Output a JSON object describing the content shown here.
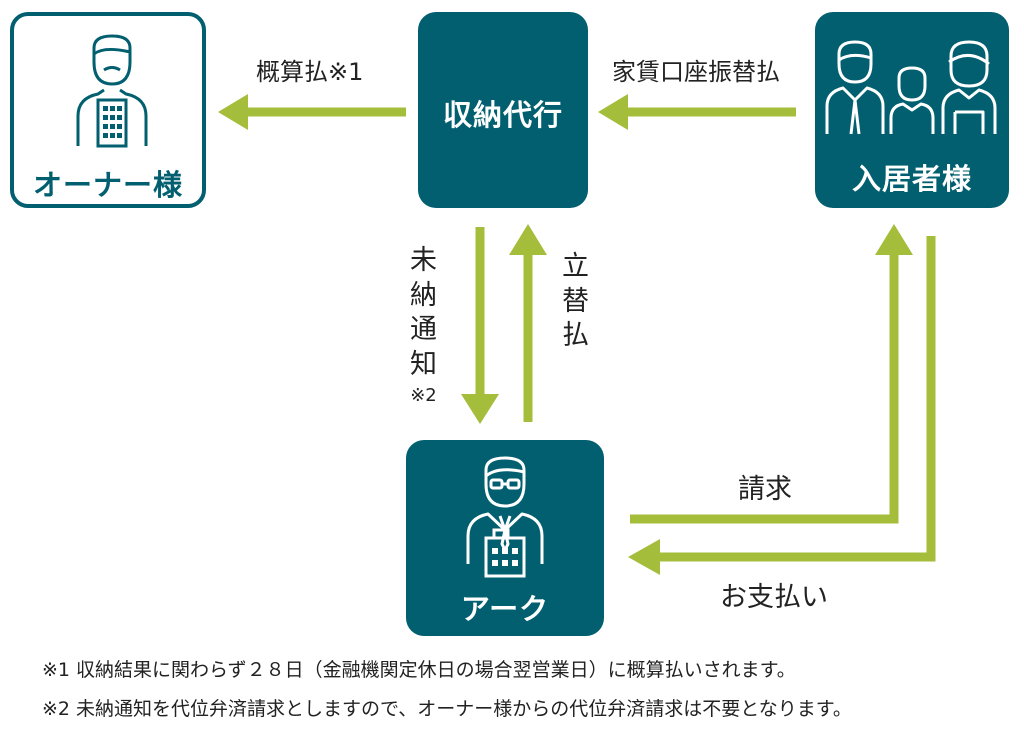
{
  "nodes": {
    "owner": "オーナー様",
    "agency": "収納代行",
    "tenant": "入居者様",
    "ark": "アーク"
  },
  "flows": {
    "agency_to_owner": "概算払※1",
    "tenant_to_agency": "家賃口座振替払",
    "agency_to_ark": [
      "未",
      "納",
      "通",
      "知"
    ],
    "agency_to_ark_mark": "※2",
    "ark_to_agency": [
      "立",
      "替",
      "払"
    ],
    "ark_to_tenant": "請求",
    "tenant_to_ark": "お支払い"
  },
  "notes": [
    "※1 収納結果に関わらず２８日（金融機関定休日の場合翌営業日）に概算払いされます。",
    "※2 未納通知を代位弁済請求としますので、オーナー様からの代位弁済請求は不要となります。"
  ],
  "colors": {
    "node": "#015f6f",
    "arrow": "#a4bd3a"
  },
  "icons": [
    "person-icon",
    "building-icon",
    "family-icon",
    "staff-icon"
  ]
}
